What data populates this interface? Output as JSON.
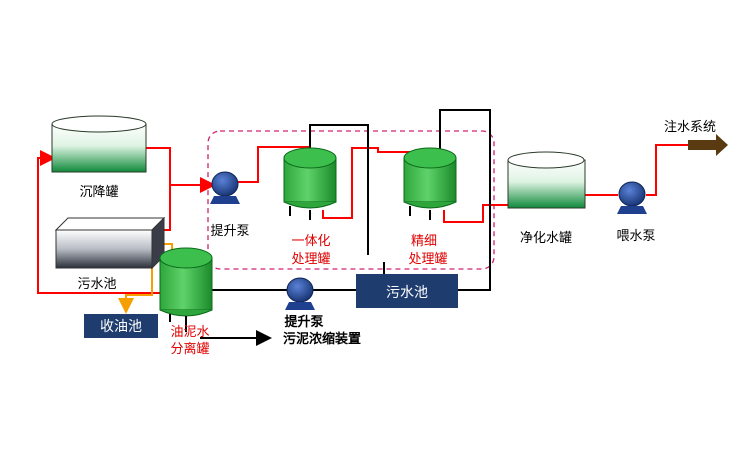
{
  "colors": {
    "water_pipe": "#ff0000",
    "sludge_pipe": "#000000",
    "oil_pipe": "#f5a000",
    "dashed_frame": "#d02070",
    "vessel_green": "#1e9e2f",
    "pump_blue": "#1f3f8f",
    "box_navy": "#1e3d6e",
    "arrow_brown": "#5a3a10"
  },
  "labels": {
    "settling_tank": "沉降罐",
    "sewage_pool_left": "污水池",
    "oil_collection_pool": "收油池",
    "separation_tank_line1": "油泥水",
    "separation_tank_line2": "分离罐",
    "lift_pump_top": "提升泵",
    "integrated_tank_line1": "一体化",
    "integrated_tank_line2": "处理罐",
    "fine_tank_line1": "精细",
    "fine_tank_line2": "处理罐",
    "sewage_pool_center": "污水池",
    "lift_pump_bottom": "提升泵",
    "sludge_device": "污泥浓缩装置",
    "clean_water_tank": "净化水罐",
    "feed_pump": "喂水泵",
    "injection_system": "注水系统"
  },
  "icons": [
    "pump-icon",
    "vessel-icon",
    "tank-icon",
    "output-arrow-icon"
  ]
}
